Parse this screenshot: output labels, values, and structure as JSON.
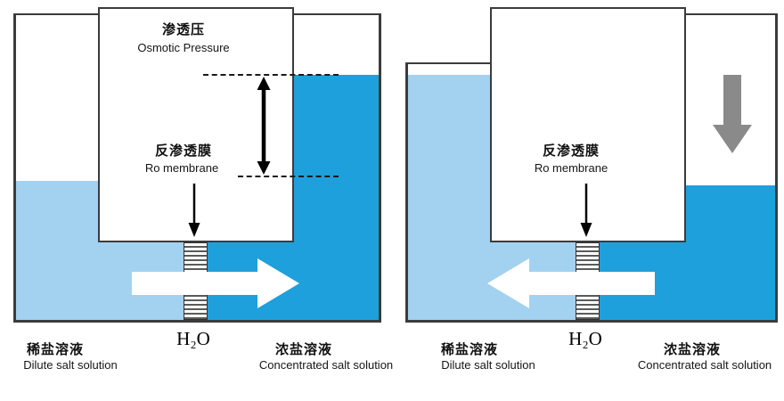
{
  "diagram": {
    "left_panel": {
      "osmotic_pressure_zh": "渗透压",
      "osmotic_pressure_en": "Osmotic Pressure",
      "membrane_zh": "反渗透膜",
      "membrane_en": "Ro membrane",
      "water": "H₂O",
      "dilute_zh": "稀盐溶液",
      "dilute_en": "Dilute salt solution",
      "concentrated_zh": "浓盐溶液",
      "concentrated_en": "Concentrated salt solution"
    },
    "right_panel": {
      "membrane_zh": "反渗透膜",
      "membrane_en": "Ro membrane",
      "water": "H₂O",
      "dilute_zh": "稀盐溶液",
      "dilute_en": "Dilute salt solution",
      "concentrated_zh": "浓盐溶液",
      "concentrated_en": "Concentrated salt solution"
    },
    "colors": {
      "dilute_solution": "#A3D1F0",
      "concentrated_solution": "#1EA0DC",
      "outline": "#3C3C3C",
      "pressure_arrow": "#8A8A8A"
    }
  }
}
